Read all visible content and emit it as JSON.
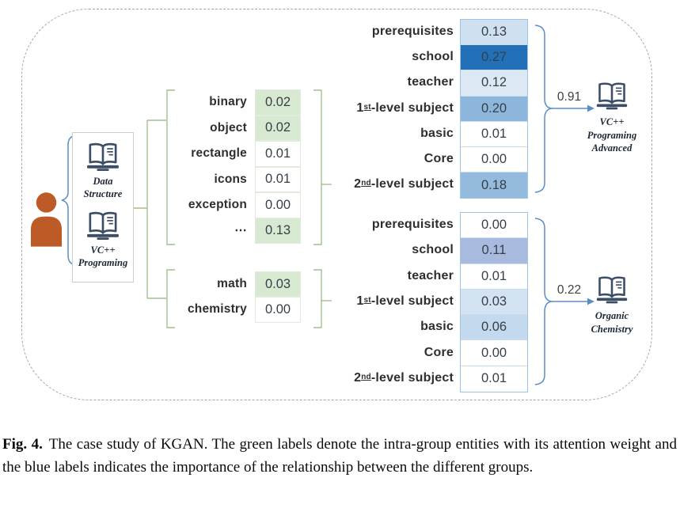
{
  "accent": {
    "green_line": "#9fc18d",
    "blue_line": "#5b8ec4",
    "book_navy": "#3c4d66",
    "person_orange": "#bd5b28",
    "green_cell": "#d8e9d2"
  },
  "source_box": {
    "books": [
      {
        "label": "Data\nStructure"
      },
      {
        "label": "VC++\nPrograming"
      }
    ]
  },
  "green_groups": [
    {
      "rows": [
        {
          "label": "binary",
          "value": "0.02",
          "bg": "#d8e9d2"
        },
        {
          "label": "object",
          "value": "0.02",
          "bg": "#d8e9d2"
        },
        {
          "label": "rectangle",
          "value": "0.01",
          "bg": "#ffffff"
        },
        {
          "label": "icons",
          "value": "0.01",
          "bg": "#ffffff"
        },
        {
          "label": "exception",
          "value": "0.00",
          "bg": "#ffffff"
        },
        {
          "label": "⋯",
          "value": "0.13",
          "bg": "#d8e9d2"
        }
      ]
    },
    {
      "rows": [
        {
          "label": "math",
          "value": "0.03",
          "bg": "#d8e9d2"
        },
        {
          "label": "chemistry",
          "value": "0.00",
          "bg": "#ffffff"
        }
      ]
    }
  ],
  "blue_groups": [
    {
      "score": "0.91",
      "target": "VC++\nPrograming\nAdvanced",
      "rows": [
        {
          "label": "prerequisites",
          "value": "0.13",
          "bg": "#cfe1f1"
        },
        {
          "label": "school",
          "value": "0.27",
          "bg": "#2170b8"
        },
        {
          "label": "teacher",
          "value": "0.12",
          "bg": "#dce9f5"
        },
        {
          "label": "1",
          "sup": "st",
          "label2": "-level subject",
          "value": "0.20",
          "bg": "#8db6dc"
        },
        {
          "label": "basic",
          "value": "0.01",
          "bg": "#ffffff"
        },
        {
          "label": "Core",
          "value": "0.00",
          "bg": "#ffffff"
        },
        {
          "label": "2",
          "sup": "nd",
          "label2": "-level subject",
          "value": "0.18",
          "bg": "#94bade"
        }
      ]
    },
    {
      "score": "0.22",
      "target": "Organic\nChemistry",
      "rows": [
        {
          "label": "prerequisites",
          "value": "0.00",
          "bg": "#ffffff"
        },
        {
          "label": "school",
          "value": "0.11",
          "bg": "#a8badd"
        },
        {
          "label": "teacher",
          "value": "0.01",
          "bg": "#ffffff"
        },
        {
          "label": "1",
          "sup": "st",
          "label2": "-level subject",
          "value": "0.03",
          "bg": "#d3e3f2"
        },
        {
          "label": "basic",
          "value": "0.06",
          "bg": "#c3d9ee"
        },
        {
          "label": "Core",
          "value": "0.00",
          "bg": "#ffffff"
        },
        {
          "label": "2",
          "sup": "nd",
          "label2": "-level subject",
          "value": "0.01",
          "bg": "#ffffff"
        }
      ]
    }
  ],
  "caption": {
    "fig_label": "Fig. 4.",
    "text": "The case study of KGAN. The green labels denote the intra-group entities with its attention weight and the blue labels indicates the importance of the relationship between the different groups."
  }
}
